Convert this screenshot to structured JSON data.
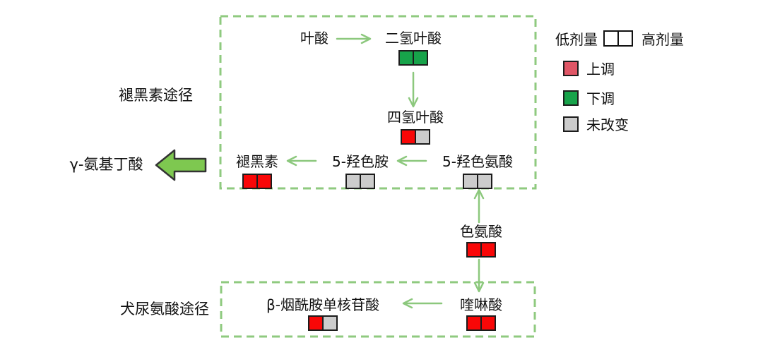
{
  "figure": {
    "pathway_labels": {
      "melatonin": "褪黑素途径",
      "kynurenine": "犬尿氨酸途径"
    },
    "legend": {
      "low_dose": "低剂量",
      "high_dose": "高剂量",
      "items": [
        {
          "id": "up",
          "label": "上调",
          "color": "#e05666"
        },
        {
          "id": "down",
          "label": "下调",
          "color": "#17a34a"
        },
        {
          "id": "unchanged",
          "label": "未改变",
          "color": "#cccccc"
        }
      ]
    },
    "nodes": {
      "folate": {
        "label": "叶酸"
      },
      "dihydrofolate": {
        "label": "二氢叶酸",
        "boxes": [
          "down",
          "down"
        ]
      },
      "tetrahydrofolate": {
        "label": "四氢叶酸",
        "boxes": [
          "up",
          "unchanged"
        ]
      },
      "melatonin": {
        "label": "褪黑素",
        "boxes": [
          "up",
          "up"
        ]
      },
      "serotonin": {
        "label": "5-羟色胺",
        "boxes": [
          "unchanged",
          "unchanged"
        ]
      },
      "hydroxytryptophan": {
        "label": "5-羟色氨酸",
        "boxes": [
          "unchanged",
          "unchanged"
        ]
      },
      "gaba": {
        "label": "γ-氨基丁酸"
      },
      "tryptophan": {
        "label": "色氨酸",
        "boxes": [
          "up",
          "up"
        ]
      },
      "quinolinic_acid": {
        "label": "喹啉酸",
        "boxes": [
          "up",
          "up"
        ]
      },
      "beta_nicotinamide_mononucleotide": {
        "label": "β-烟酰胺单核苷酸",
        "boxes": [
          "up",
          "unchanged"
        ]
      }
    },
    "status_colors": {
      "up": "#f90707",
      "down": "#17a34a",
      "unchanged": "#cccccc"
    },
    "accent_colors": {
      "thin_arrow_green": "#8cc87d",
      "dashed_border_green": "#8fca7f",
      "big_arrow_fill": "#7ec850",
      "big_arrow_border": "#333333"
    }
  }
}
